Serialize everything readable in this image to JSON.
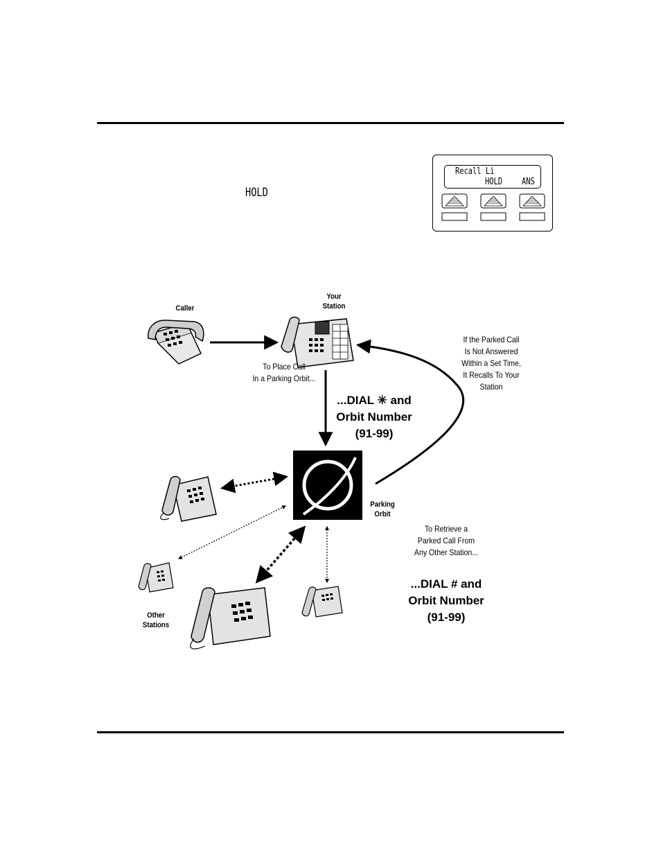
{
  "display": {
    "hold_text": "HOLD",
    "lcd_line1": "Recall Li",
    "softkey1": "HOLD",
    "softkey2": "ANS"
  },
  "diagram": {
    "caller": "Caller",
    "your_station": [
      "Your",
      "Station"
    ],
    "place_call": [
      "To Place Call",
      "In a Parking Orbit..."
    ],
    "dial_star": [
      "...DIAL ✳ and",
      "Orbit Number",
      "(91-99)"
    ],
    "recall_note": [
      "If the Parked Call",
      "Is Not Answered",
      "Within a Set Time,",
      "It Recalls To Your",
      "Station"
    ],
    "parking_orbit": [
      "Parking",
      "Orbit"
    ],
    "retrieve": [
      "To Retrieve a",
      "Parked Call From",
      "Any Other Station..."
    ],
    "dial_hash": [
      "...DIAL # and",
      "Orbit Number",
      "(91-99)"
    ],
    "other_stations": [
      "Other",
      "Stations"
    ]
  }
}
